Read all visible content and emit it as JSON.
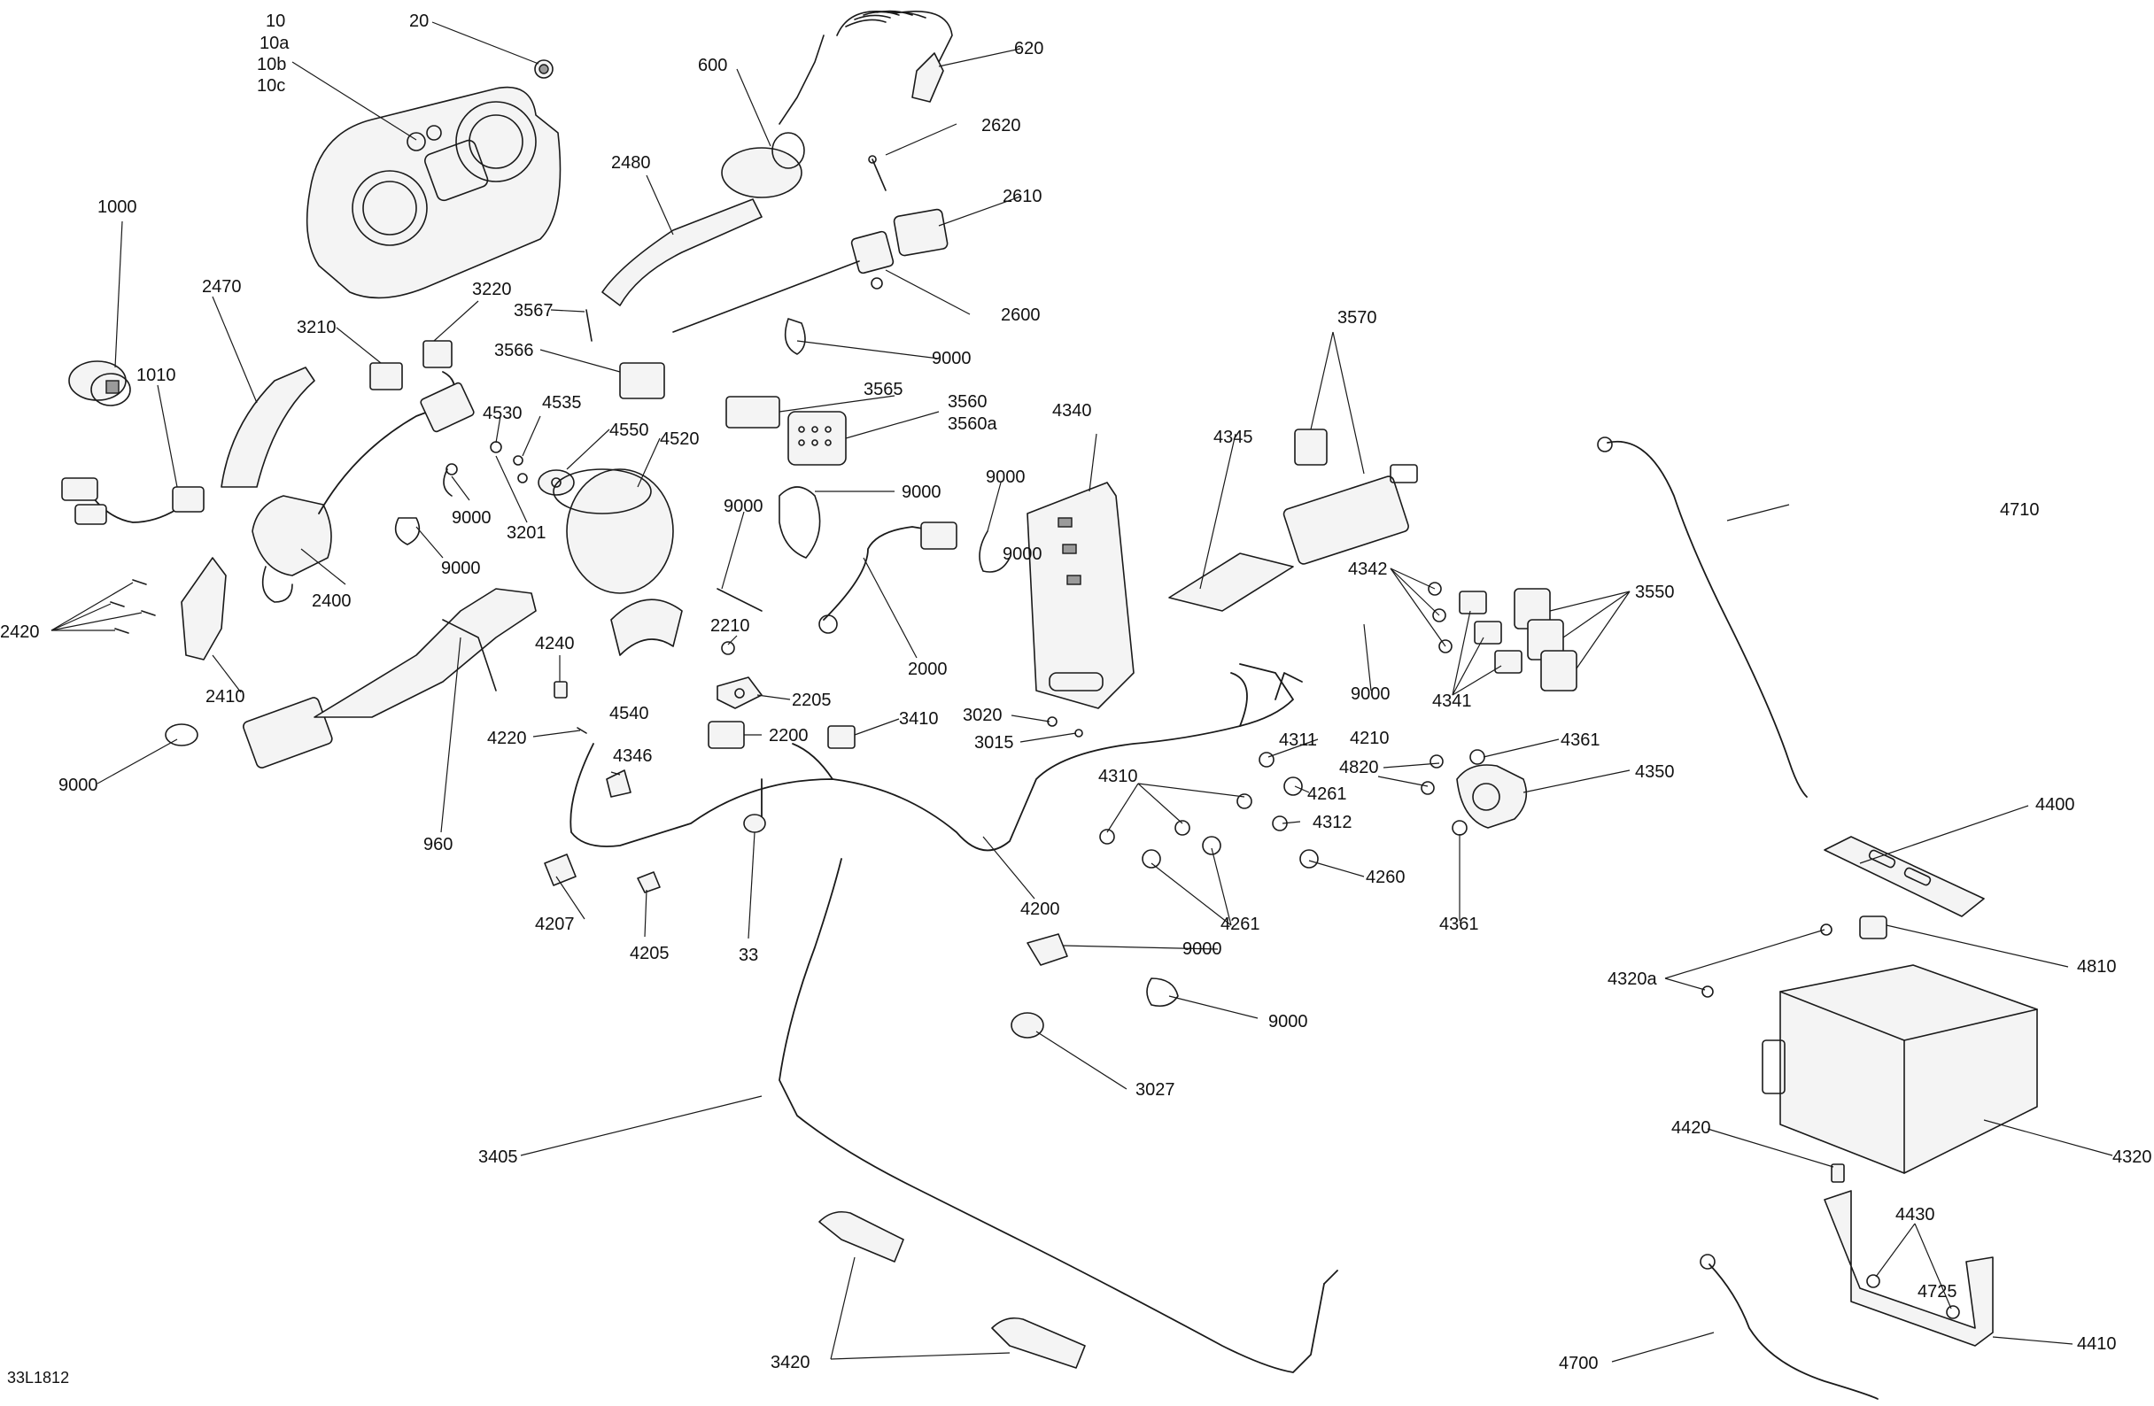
{
  "drawing_code": "33L1812",
  "callouts": {
    "c10": "10",
    "c10a": "10a",
    "c10b": "10b",
    "c10c": "10c",
    "c20": "20",
    "c33": "33",
    "c600": "600",
    "c620": "620",
    "c960": "960",
    "c1000": "1000",
    "c1010": "1010",
    "c2000": "2000",
    "c2200": "2200",
    "c2205": "2205",
    "c2210": "2210",
    "c2400": "2400",
    "c2410": "2410",
    "c2420": "2420",
    "c2470": "2470",
    "c2480": "2480",
    "c2600": "2600",
    "c2610": "2610",
    "c2620": "2620",
    "c3015": "3015",
    "c3020": "3020",
    "c3027": "3027",
    "c3201": "3201",
    "c3210": "3210",
    "c3220": "3220",
    "c3405": "3405",
    "c3410": "3410",
    "c3420": "3420",
    "c3550": "3550",
    "c3560": "3560",
    "c3560a": "3560a",
    "c3565": "3565",
    "c3566": "3566",
    "c3567": "3567",
    "c3570": "3570",
    "c4200": "4200",
    "c4205": "4205",
    "c4207": "4207",
    "c4210": "4210",
    "c4220": "4220",
    "c4240": "4240",
    "c4260": "4260",
    "c4261a": "4261",
    "c4261b": "4261",
    "c4310": "4310",
    "c4311": "4311",
    "c4312": "4312",
    "c4320": "4320",
    "c4320a": "4320a",
    "c4340": "4340",
    "c4341": "4341",
    "c4342": "4342",
    "c4345": "4345",
    "c4346": "4346",
    "c4350": "4350",
    "c4361a": "4361",
    "c4361b": "4361",
    "c4400": "4400",
    "c4410": "4410",
    "c4420": "4420",
    "c4430": "4430",
    "c4520": "4520",
    "c4530": "4530",
    "c4535": "4535",
    "c4540": "4540",
    "c4550": "4550",
    "c4700": "4700",
    "c4710": "4710",
    "c4725": "4725",
    "c4810": "4810",
    "c4820": "4820",
    "c9000a": "9000",
    "c9000b": "9000",
    "c9000c": "9000",
    "c9000d": "9000",
    "c9000e": "9000",
    "c9000f": "9000",
    "c9000g": "9000",
    "c9000h": "9000",
    "c9000i": "9000",
    "c9000j": "9000",
    "c9000k": "9000"
  }
}
